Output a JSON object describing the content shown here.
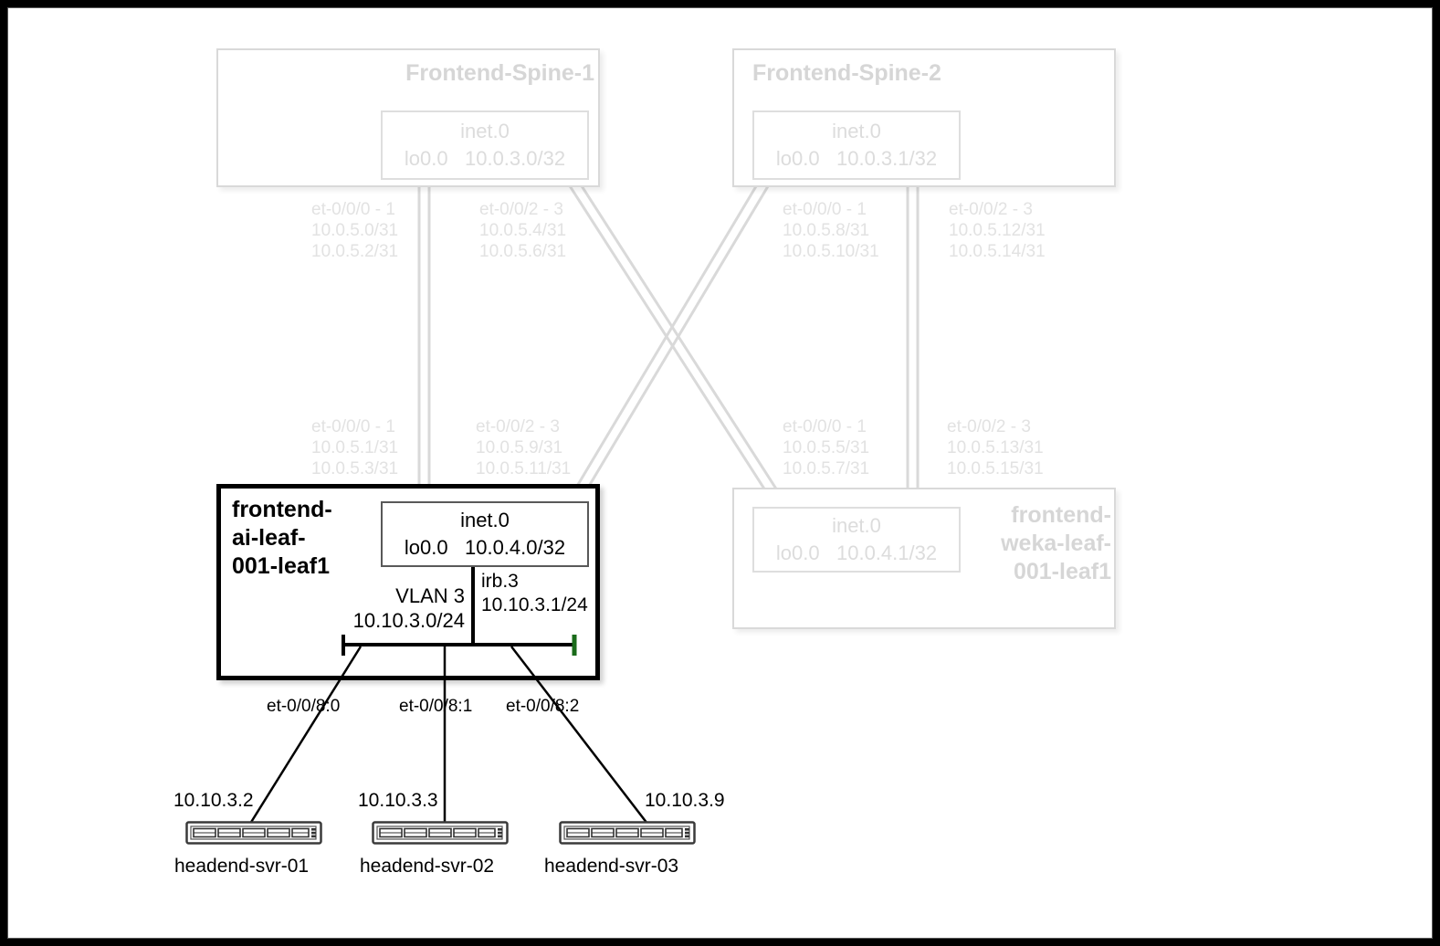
{
  "diagram": {
    "title_hidden": "",
    "colors": {
      "faded_text": "#d6d6d6",
      "faded_line": "#d9d9d9",
      "dark_line": "#000000",
      "accent_green": "#1a6b1a",
      "background": "#ffffff",
      "outer_border": "#000000"
    }
  },
  "spines": [
    {
      "name": "Frontend-Spine-1",
      "routing_table": "inet.0",
      "loopback_label": "lo0.0",
      "loopback_address": "10.0.3.0/32"
    },
    {
      "name": "Frontend-Spine-2",
      "routing_table": "inet.0",
      "loopback_label": "lo0.0",
      "loopback_address": "10.0.3.1/32"
    }
  ],
  "leaves": [
    {
      "name": "frontend-\nai-leaf-\n001-leaf1",
      "routing_table": "inet.0",
      "loopback_label": "lo0.0",
      "loopback_address": "10.0.4.0/32",
      "highlighted": true,
      "vlan_label": "VLAN 3\n10.10.3.0/24",
      "irb_label": "irb.3\n10.10.3.1/24"
    },
    {
      "name": "frontend-\nweka-leaf-\n001-leaf1",
      "routing_table": "inet.0",
      "loopback_label": "lo0.0",
      "loopback_address": "10.0.4.1/32",
      "highlighted": false
    }
  ],
  "uplink_labels": {
    "spine1_left": "et-0/0/0 - 1\n10.0.5.0/31\n10.0.5.2/31",
    "spine1_right": "et-0/0/2 - 3\n10.0.5.4/31\n10.0.5.6/31",
    "spine2_left": "et-0/0/0 - 1\n10.0.5.8/31\n10.0.5.10/31",
    "spine2_right": "et-0/0/2 - 3\n10.0.5.12/31\n10.0.5.14/31",
    "leaf1_left": "et-0/0/0 - 1\n10.0.5.1/31\n10.0.5.3/31",
    "leaf1_right": "et-0/0/2 - 3\n10.0.5.9/31\n10.0.5.11/31",
    "leaf2_left": "et-0/0/0 - 1\n10.0.5.5/31\n10.0.5.7/31",
    "leaf2_right": "et-0/0/2 - 3\n10.0.5.13/31\n10.0.5.15/31"
  },
  "access_ports": [
    {
      "interface": "et-0/0/8:0"
    },
    {
      "interface": "et-0/0/8:1"
    },
    {
      "interface": "et-0/0/8:2"
    }
  ],
  "servers": [
    {
      "name": "headend-svr-01",
      "address": "10.10.3.2",
      "icon": "rack-server-icon"
    },
    {
      "name": "headend-svr-02",
      "address": "10.10.3.3",
      "icon": "rack-server-icon"
    },
    {
      "name": "headend-svr-03",
      "address": "10.10.3.9",
      "icon": "rack-server-icon"
    }
  ]
}
